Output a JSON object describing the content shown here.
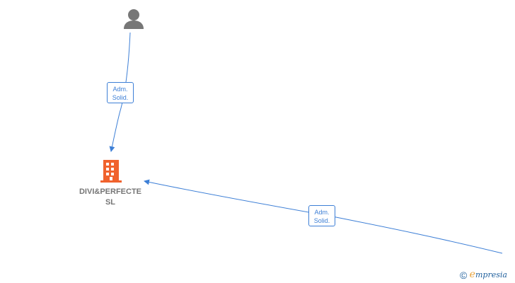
{
  "nodes": [
    {
      "id": "person",
      "kind": "person",
      "icon": "person-icon",
      "label_lines": []
    },
    {
      "id": "company",
      "kind": "company",
      "icon": "building-icon",
      "label_lines": [
        "DIVI&PERFECTE",
        "SL"
      ]
    },
    {
      "id": "offscreen",
      "kind": "unknown",
      "icon": "",
      "label_lines": []
    }
  ],
  "edges": [
    {
      "from": "person",
      "to": "company",
      "label_lines": [
        "Adm.",
        "Solid."
      ]
    },
    {
      "from": "offscreen",
      "to": "company",
      "label_lines": [
        "Adm.",
        "Solid."
      ]
    }
  ],
  "colors": {
    "edge": "#3d7fd6",
    "company_icon": "#f0622d",
    "person_icon": "#777777",
    "node_label": "#767676",
    "watermark": "#1f5f9c",
    "watermark_accent": "#e8a33c"
  },
  "watermark": {
    "symbol": "©",
    "brand_initial": "e",
    "brand_rest": "mpresia"
  }
}
